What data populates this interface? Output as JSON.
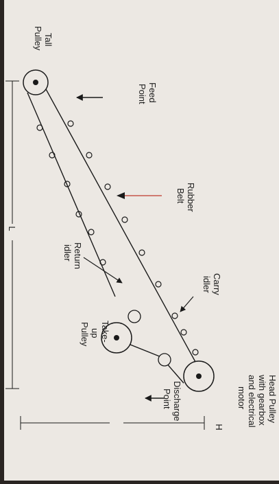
{
  "diagram": {
    "labels": {
      "head_pulley": [
        "Head Pulley",
        "with gearbox",
        "and electrical",
        "motor"
      ],
      "discharge_point": [
        "Discharge",
        "Point"
      ],
      "take_up_pulley": [
        "Take-",
        "up",
        "Pulley"
      ],
      "carry_idler": [
        "Carry",
        "idler"
      ],
      "return_idler": [
        "Return",
        "idler"
      ],
      "rubber_belt": [
        "Rubber",
        "Belt"
      ],
      "feed_point": [
        "Feed",
        "Point"
      ],
      "tail_pulley": [
        "Tall",
        "Pulley"
      ],
      "dim_length": "L",
      "dim_height": "H"
    },
    "colors": {
      "paper": "#ece8e3",
      "ink": "#1a1a1a",
      "accent": "#c0392b",
      "background": "#2a2522"
    }
  }
}
